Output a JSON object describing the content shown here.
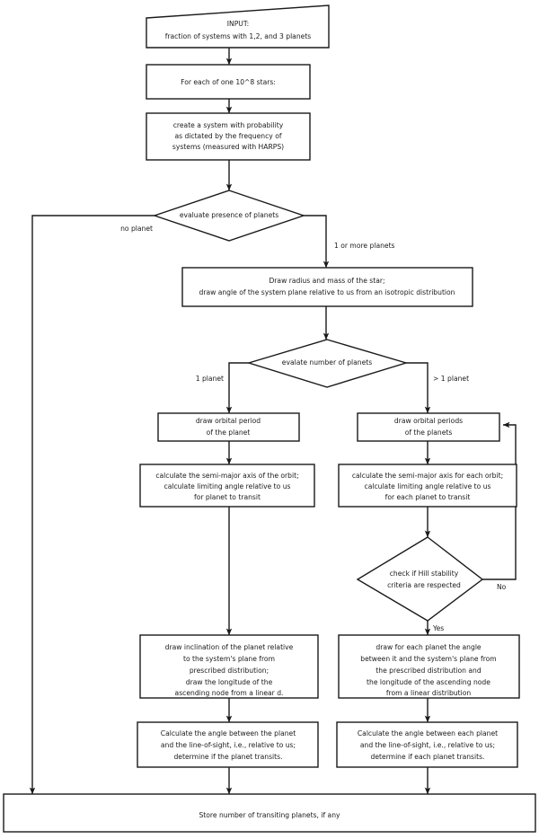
{
  "diagram": {
    "title": "Transiting planet population simulation flowchart",
    "stroke_color": "#1a1a1a",
    "fill_color": "#ffffff",
    "background": "#ffffff"
  },
  "nodes": {
    "input": {
      "shape": "trapezoid-input",
      "lines": [
        "INPUT:",
        "fraction of systems with 1,2, and 3 planets"
      ]
    },
    "loop_stars": {
      "shape": "rect",
      "lines": [
        "For each of one 10^8 stars:"
      ]
    },
    "create_system": {
      "shape": "rect",
      "lines": [
        "create a system with probability",
        "as dictated by the frequency of",
        "systems (measured with HARPS)"
      ]
    },
    "evaluate_presence": {
      "shape": "diamond",
      "lines": [
        "evaluate presence of planets"
      ]
    },
    "draw_star": {
      "shape": "rect",
      "lines": [
        "Draw radius and mass of the star;",
        "draw angle of the system plane relative to us from an isotropic distribution"
      ]
    },
    "evaluate_number": {
      "shape": "diamond",
      "lines": [
        "evalate number of planets"
      ]
    },
    "period_single": {
      "shape": "rect",
      "lines": [
        "draw orbital period",
        "of the planet"
      ]
    },
    "period_multi": {
      "shape": "rect",
      "lines": [
        "draw orbital periods",
        "of the planets"
      ]
    },
    "semimajor_single": {
      "shape": "rect",
      "lines": [
        "calculate the semi-major axis of the orbit;",
        "calculate limiting angle relative to us",
        "for planet to transit"
      ]
    },
    "semimajor_multi": {
      "shape": "rect",
      "lines": [
        "calculate the semi-major axis for each orbit;",
        "calculate limiting angle relative to us",
        "for each planet to transit"
      ]
    },
    "hill_check": {
      "shape": "diamond",
      "lines": [
        "check if Hill stability",
        "criteria are respected"
      ]
    },
    "inclination_single": {
      "shape": "rect",
      "lines": [
        "draw inclination of the planet relative",
        "to the system's plane from",
        "prescribed distribution;",
        "draw the longitude of the",
        "ascending node from a linear d."
      ]
    },
    "inclination_multi": {
      "shape": "rect",
      "lines": [
        "draw for each planet the angle",
        "between it and the system's plane from",
        "the prescribed distribution and",
        "the longitude of the ascending node",
        "from a linear distribution"
      ]
    },
    "transit_single": {
      "shape": "rect",
      "lines": [
        "Calculate the angle between the planet",
        "and the line-of-sight, i.e., relative to us;",
        "determine if the planet transits."
      ]
    },
    "transit_multi": {
      "shape": "rect",
      "lines": [
        "Calculate the angle between each planet",
        "and the line-of-sight, i.e., relative to us;",
        "determine if each planet transits."
      ]
    },
    "store": {
      "shape": "rect",
      "lines": [
        "Store number of transiting planets, if any"
      ]
    }
  },
  "edge_labels": {
    "no_planet": "no planet",
    "one_or_more_planets": "1 or more planets",
    "one_planet": "1 planet",
    "more_than_one_planet": "> 1 planet",
    "hill_no": "No",
    "hill_yes": "Yes"
  }
}
